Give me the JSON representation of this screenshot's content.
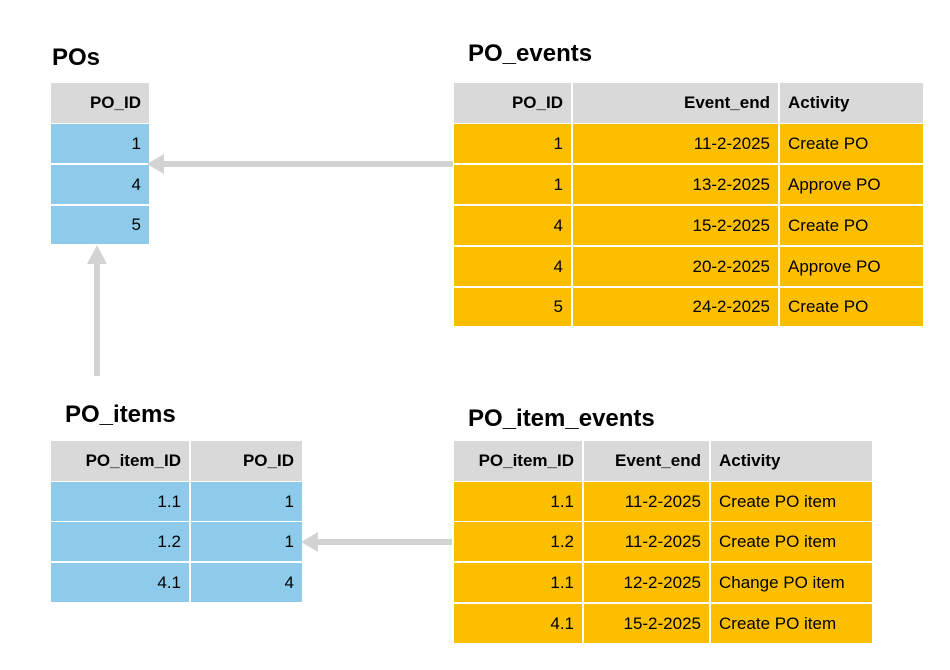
{
  "colors": {
    "header_bg": "#d9d9d9",
    "entity_bg": "#8ecbeb",
    "event_bg": "#fbbf00",
    "arrow": "#d3d3d3"
  },
  "pos": {
    "title": "POs",
    "columns": [
      "PO_ID"
    ],
    "rows": [
      [
        "1"
      ],
      [
        "4"
      ],
      [
        "5"
      ]
    ]
  },
  "po_events": {
    "title": "PO_events",
    "columns": [
      "PO_ID",
      "Event_end",
      "Activity"
    ],
    "rows": [
      [
        "1",
        "11-2-2025",
        "Create PO"
      ],
      [
        "1",
        "13-2-2025",
        "Approve PO"
      ],
      [
        "4",
        "15-2-2025",
        "Create PO"
      ],
      [
        "4",
        "20-2-2025",
        "Approve PO"
      ],
      [
        "5",
        "24-2-2025",
        "Create PO"
      ]
    ]
  },
  "po_items": {
    "title": "PO_items",
    "columns": [
      "PO_item_ID",
      "PO_ID"
    ],
    "rows": [
      [
        "1.1",
        "1"
      ],
      [
        "1.2",
        "1"
      ],
      [
        "4.1",
        "4"
      ]
    ]
  },
  "po_item_events": {
    "title": "PO_item_events",
    "columns": [
      "PO_item_ID",
      "Event_end",
      "Activity"
    ],
    "rows": [
      [
        "1.1",
        "11-2-2025",
        "Create PO item"
      ],
      [
        "1.2",
        "11-2-2025",
        "Create PO item"
      ],
      [
        "1.1",
        "12-2-2025",
        "Change PO item"
      ],
      [
        "4.1",
        "15-2-2025",
        "Create PO item"
      ]
    ]
  },
  "relations": [
    {
      "from": "PO_events",
      "to": "POs"
    },
    {
      "from": "PO_items",
      "to": "POs"
    },
    {
      "from": "PO_item_events",
      "to": "PO_items"
    }
  ]
}
